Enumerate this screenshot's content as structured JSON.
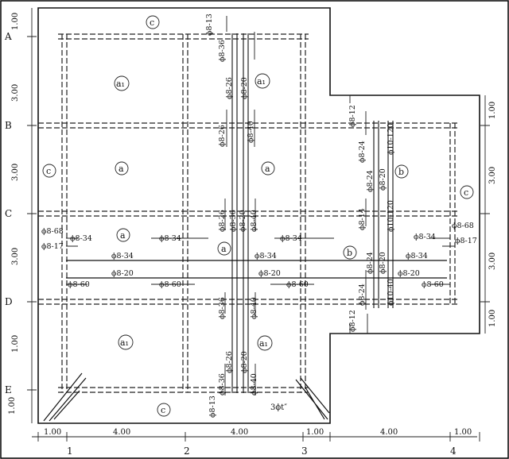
{
  "axes": {
    "rows": [
      "A",
      "B",
      "C",
      "D",
      "E"
    ],
    "columns": [
      "1",
      "2",
      "3",
      "4"
    ]
  },
  "left_dims": [
    "1.00",
    "3.00",
    "3.00",
    "3.00",
    "1.00"
  ],
  "right_dims": [
    "1.00",
    "3.00",
    "3.00",
    "1.00"
  ],
  "bottom_dims": [
    "1.00",
    "4.00",
    "4.00",
    "1.00",
    "4.00",
    "1.00"
  ],
  "slab_marks": {
    "c": "c",
    "a1": "a₁",
    "a": "a",
    "b": "b"
  },
  "rebar_labels": {
    "d8_13": "ϕ8-13",
    "d8_36": "ϕ8-36",
    "d8_26": "ϕ8-26",
    "d8_20": "ϕ8-20",
    "d8_40": "ϕ8-40",
    "d8_12": "ϕ8-12",
    "d8_24": "ϕ8-24",
    "d8_14": "ϕ8-14",
    "d10_120": "ϕ10-120",
    "d8_34": "ϕ8-34",
    "d8_68": "ϕ8-68",
    "d8_17": "ϕ8-17",
    "d8_60": "ϕ8-60",
    "d10_40": "ϕ10-40",
    "three_phi": "3ϕt″"
  }
}
